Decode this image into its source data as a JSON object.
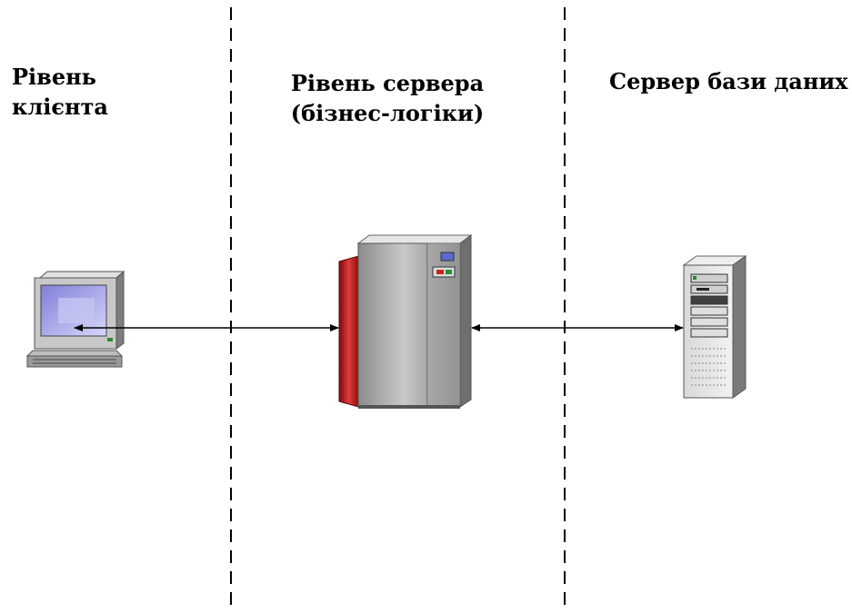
{
  "colors": {
    "background": "#ffffff",
    "divider": "#000000",
    "connector": "#000000",
    "server_accent": "#cc1f1f",
    "server_body": "#9a9a9a",
    "screen": "#b9b9f0"
  },
  "tiers": [
    {
      "label_lines": [
        "Рівень",
        "клієнта"
      ],
      "icon": "client-computer-icon"
    },
    {
      "label_lines": [
        "Рівень сервера",
        "(бізнес-логіки)"
      ],
      "icon": "application-server-icon"
    },
    {
      "label_lines": [
        "Сервер бази даних"
      ],
      "icon": "database-server-icon"
    }
  ]
}
